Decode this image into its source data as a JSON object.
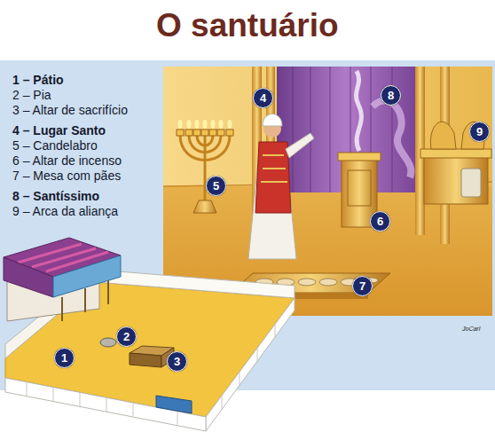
{
  "diagram": {
    "title": "O santuário",
    "labels": [
      "1 – Pátio",
      "2 – Pia",
      "3 – Altar de sacrifício",
      "4 – Lugar Santo",
      "5 – Candelabro",
      "6 – Altar de incenso",
      "7 – Mesa com pães",
      "8 – Santíssimo",
      "9 – Arca da aliança",
      "4",
      "8",
      "9",
      "5",
      "6",
      "7",
      "2",
      "1",
      "3",
      "JoCarl"
    ]
  }
}
